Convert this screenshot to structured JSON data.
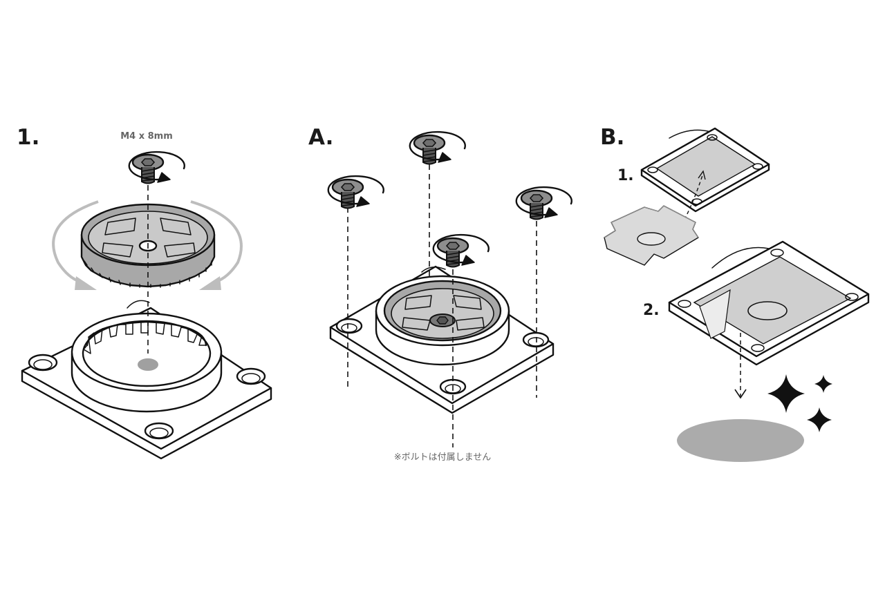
{
  "colors": {
    "ink": "#111111",
    "part_gray": "#a8a8a8",
    "light_gray": "#c9c9c9",
    "arrow_gray": "#bdbdbd",
    "shadow_gray": "#ababab",
    "note_gray": "#666666"
  },
  "panels": {
    "step1": {
      "label": "1.",
      "bolt_spec": "M4 x 8mm",
      "icons": [
        "hex-bolt-icon",
        "clockwise-rotate-arrow-icon",
        "turn-dial-arrows-icon"
      ]
    },
    "stepA": {
      "label": "A.",
      "note": "※ボルトは付属しません",
      "icons": [
        "hex-bolt-icon",
        "clockwise-rotate-arrow-icon"
      ]
    },
    "stepB": {
      "label": "B.",
      "sub_steps": [
        "1.",
        "2."
      ],
      "icons": [
        "sparkle-icon",
        "down-arrow-icon",
        "peel-arrow-icon"
      ]
    }
  }
}
